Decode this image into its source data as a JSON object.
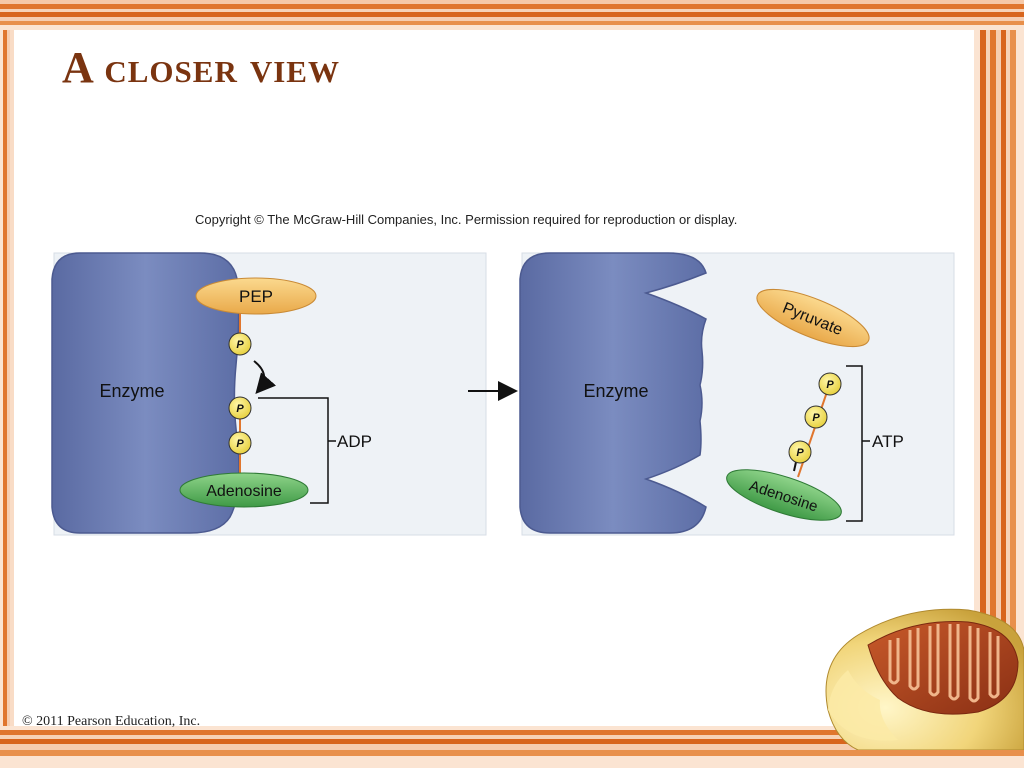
{
  "slide": {
    "title": "A closer view",
    "copyright": "Copyright © The McGraw-Hill Companies, Inc. Permission required for reproduction or display.",
    "footer": "© 2011 Pearson Education, Inc."
  },
  "left_panel": {
    "enzyme_label": "Enzyme",
    "pep_label": "PEP",
    "phosphate_label": "P",
    "adenosine_label": "Adenosine",
    "bracket_label": "ADP"
  },
  "right_panel": {
    "enzyme_label": "Enzyme",
    "pyruvate_label": "Pyruvate",
    "phosphate_label": "P",
    "adenosine_label": "Adenosine",
    "bracket_label": "ATP"
  },
  "colors": {
    "title": "#7a3410",
    "enzyme": "#6f7fb2",
    "pep": "#f4c36e",
    "adenosine": "#6cb86a",
    "phosphate": "#f2e25a",
    "panel": "#eef2f6",
    "frame_orange": "#e0762e"
  }
}
